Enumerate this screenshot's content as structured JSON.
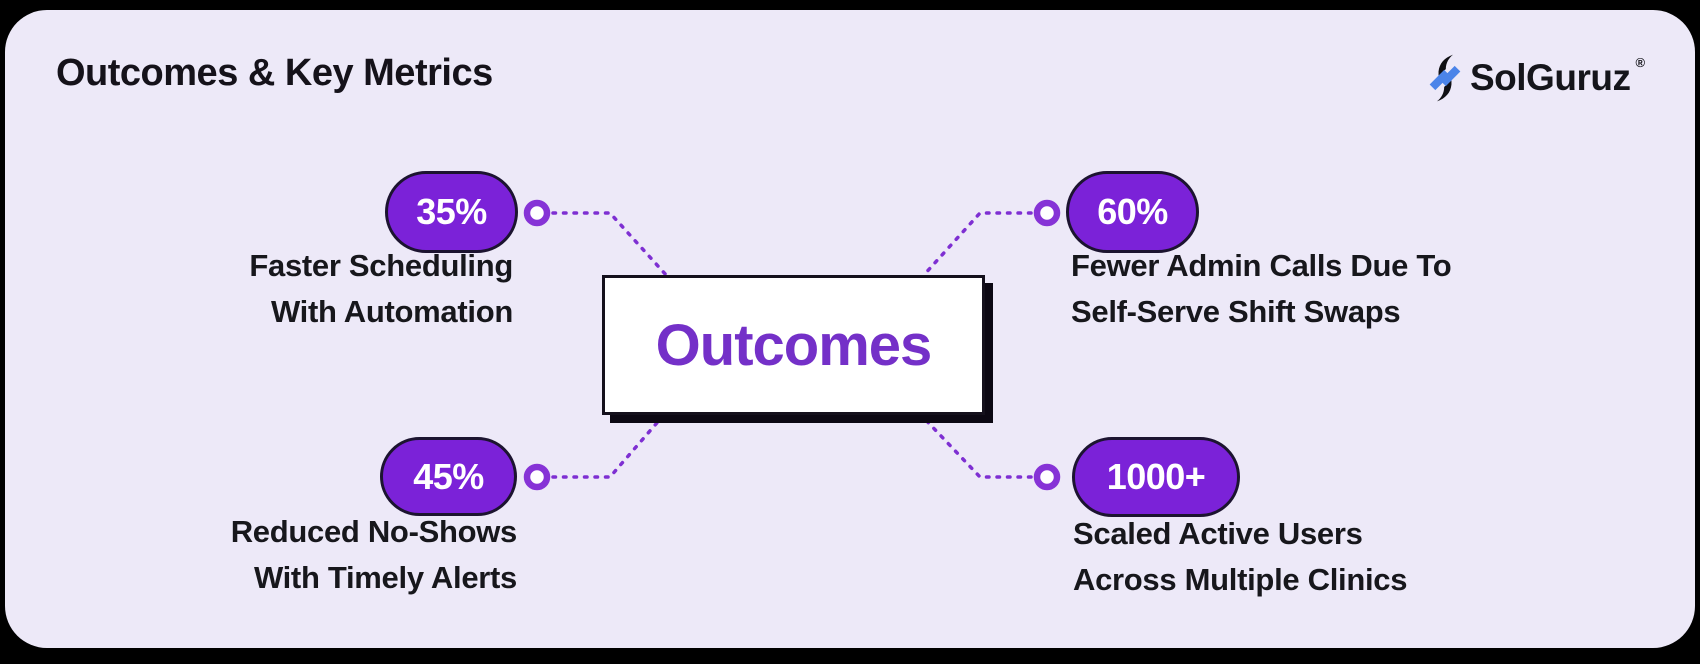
{
  "page": {
    "title": "Outcomes & Key Metrics"
  },
  "brand": {
    "name": "SolGuruz",
    "registered_mark": "®"
  },
  "center_node": {
    "label": "Outcomes"
  },
  "colors": {
    "frame_background": "#000000",
    "card_background": "#EDE9F8",
    "pill_purple": "#7B22D8",
    "pill_border": "#1C1430",
    "pill_text": "#FFFFFF",
    "connector_purple": "#7E2FD2",
    "center_text_purple": "#7430C8",
    "label_text": "#17171C",
    "logo_blue": "#4B84E9",
    "logo_black": "#101014"
  },
  "metrics": [
    {
      "position": "top-left",
      "value": "35%",
      "label_line1": "Faster Scheduling",
      "label_line2": "With Automation"
    },
    {
      "position": "top-right",
      "value": "60%",
      "label_line1": "Fewer Admin Calls Due To",
      "label_line2": "Self-Serve Shift Swaps"
    },
    {
      "position": "bottom-left",
      "value": "45%",
      "label_line1": "Reduced No-Shows",
      "label_line2": "With Timely Alerts"
    },
    {
      "position": "bottom-right",
      "value": "1000+",
      "label_line1": "Scaled Active Users",
      "label_line2": "Across Multiple Clinics"
    }
  ]
}
